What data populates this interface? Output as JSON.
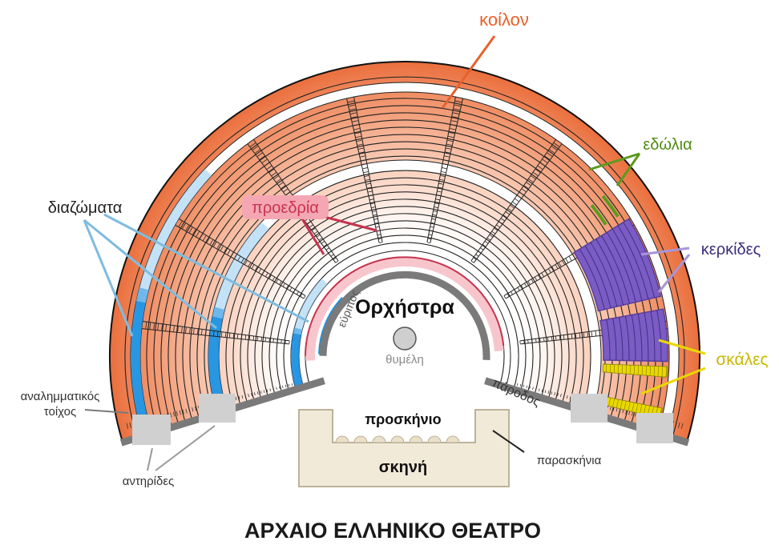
{
  "title": "ΑΡΧΑΙΟ ΕΛΛΗΝΙΚΟ ΘΕΑΤΡΟ",
  "labels": {
    "koilon": "κοίλον",
    "edolia": "εδώλια",
    "diazomata": "διαζώματα",
    "proedria": "προεδρία",
    "kerkides": "κερκίδες",
    "orchestra": "Ορχήστρα",
    "evripos": "εύριπος",
    "thymeli": "θυμέλη",
    "skales": "σκάλες",
    "analimmatikos_1": "αναλημματικός",
    "analimmatikos_2": "τοίχος",
    "parodos": "πάροδος",
    "proskinio": "προσκήνιο",
    "skini": "σκηνή",
    "paraskinia": "παρασκήνια",
    "antirides": "αντηρίδες"
  },
  "colors": {
    "koilon": "#e8612b",
    "edolia": "#5c9a1e",
    "diazomata": "#1e90e0",
    "proedria": "#c8334e",
    "kerkides": "#5a3fa0",
    "kerkides_fill": "#7a5cc4",
    "skales": "#e8d800",
    "wall": "#7a7a7a",
    "buttress": "#d0d0d0",
    "skini": "#f2ead8",
    "leader_blue": "#7fbce0",
    "leader_gray": "#7a7a7a"
  }
}
